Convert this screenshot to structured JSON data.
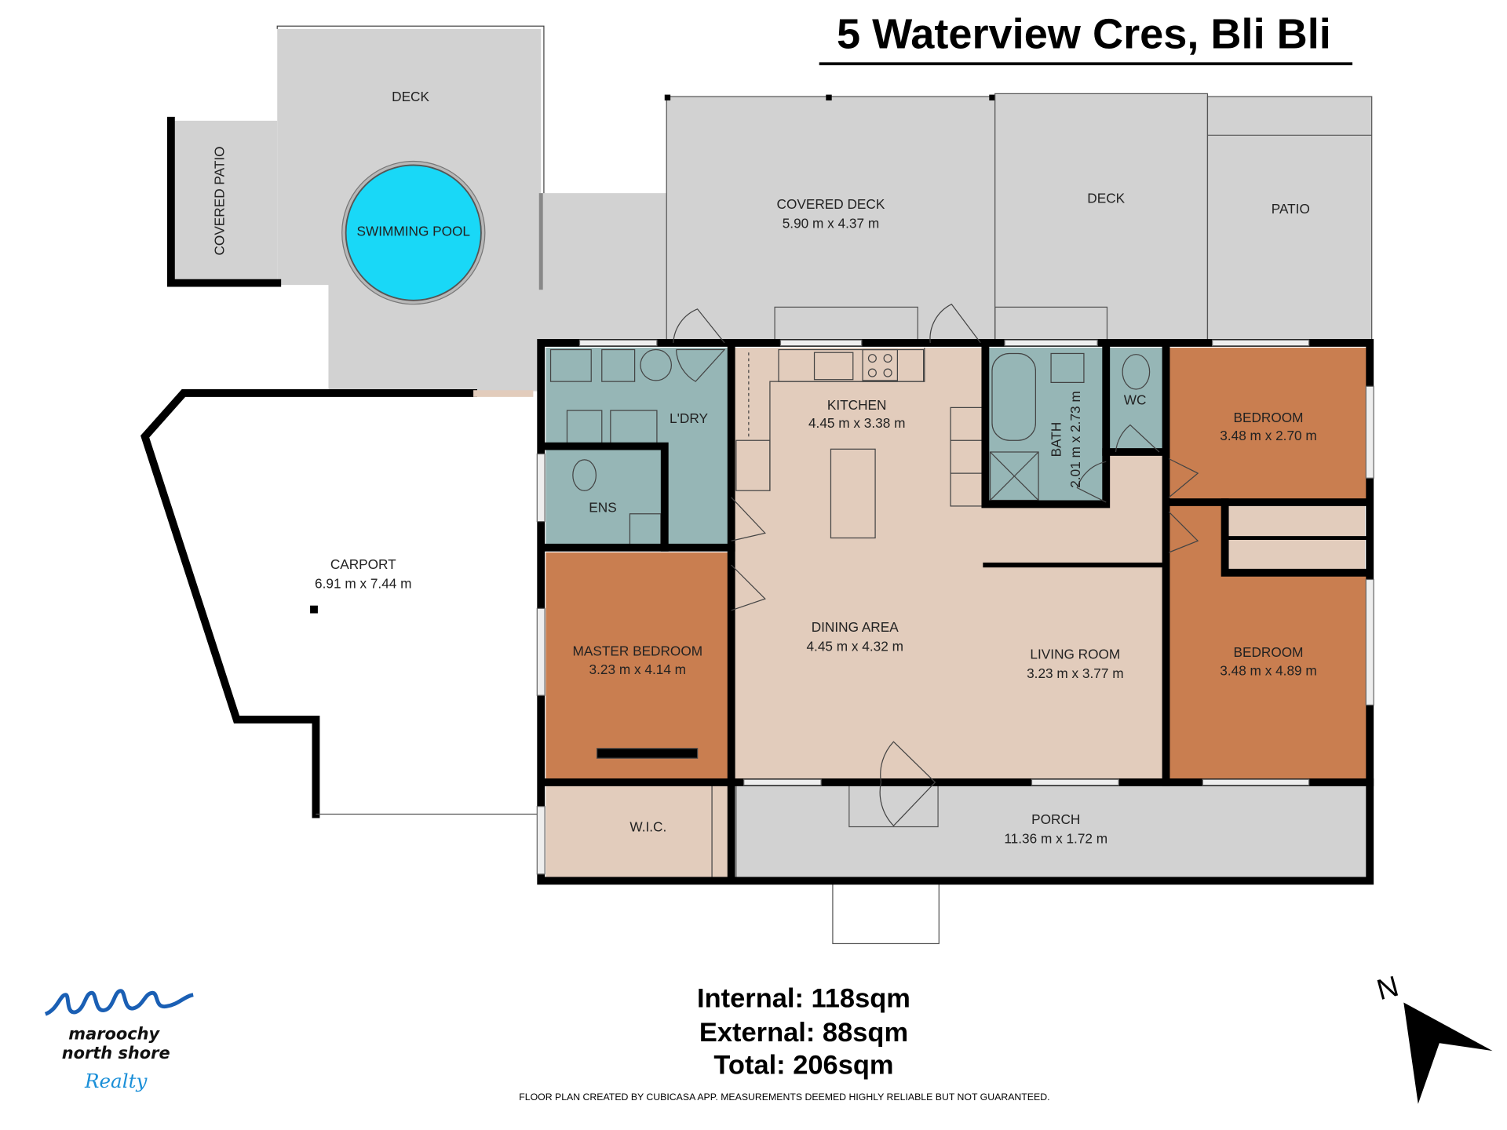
{
  "title": "5 Waterview Cres, Bli Bli",
  "rooms": {
    "deck_left": {
      "name": "DECK"
    },
    "covered_patio": {
      "name": "COVERED PATIO"
    },
    "pool": {
      "name": "SWIMMING POOL"
    },
    "covered_deck": {
      "name": "COVERED DECK",
      "dims": "5.90 m x 4.37 m"
    },
    "deck_right": {
      "name": "DECK"
    },
    "patio": {
      "name": "PATIO"
    },
    "laundry": {
      "name": "L'DRY"
    },
    "ensuite": {
      "name": "ENS"
    },
    "kitchen": {
      "name": "KITCHEN",
      "dims": "4.45 m x 3.38 m"
    },
    "bath": {
      "name": "BATH",
      "dims": "2.01 m x 2.73 m"
    },
    "wc": {
      "name": "WC"
    },
    "bedroom1": {
      "name": "BEDROOM",
      "dims": "3.48 m x 2.70 m"
    },
    "carport": {
      "name": "CARPORT",
      "dims": "6.91 m x 7.44 m"
    },
    "master": {
      "name": "MASTER BEDROOM",
      "dims": "3.23 m x 4.14 m"
    },
    "dining": {
      "name": "DINING AREA",
      "dims": "4.45 m x 4.32 m"
    },
    "living": {
      "name": "LIVING ROOM",
      "dims": "3.23 m x 3.77 m"
    },
    "bedroom2": {
      "name": "BEDROOM",
      "dims": "3.48 m x 4.89 m"
    },
    "wic": {
      "name": "W.I.C."
    },
    "porch": {
      "name": "PORCH",
      "dims": "11.36 m x 1.72 m"
    }
  },
  "areas": {
    "internal": "Internal: 118sqm",
    "external": "External: 88sqm",
    "total": "Total: 206sqm"
  },
  "disclaimer": "FLOOR PLAN CREATED BY CUBICASA APP. MEASUREMENTS DEEMED HIGHLY RELIABLE BUT NOT GUARANTEED.",
  "logo": {
    "line1": "maroochy",
    "line2": "north shore",
    "line3": "Realty"
  },
  "compass": {
    "label": "N"
  },
  "colors": {
    "outdoor": "#d2d2d2",
    "wet": "#96b6b6",
    "living": "#e2ccbc",
    "bedroom": "#c97e50",
    "pool": "#19d8f7"
  }
}
